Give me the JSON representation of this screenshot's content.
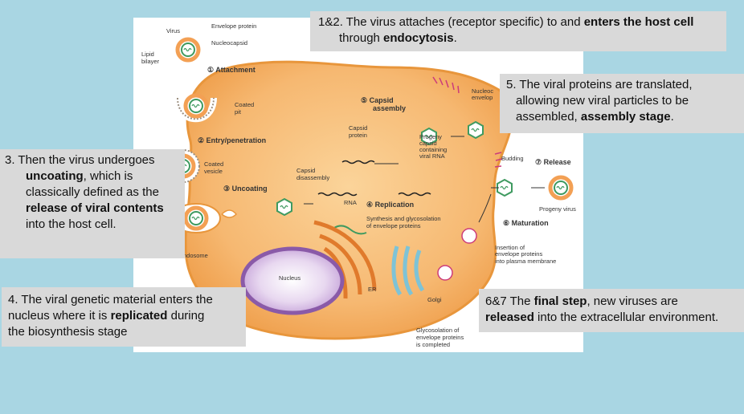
{
  "labels": {
    "envelope_protein": "Envelope protein",
    "virus": "Virus",
    "nucleocapsid": "Nucleocapsid",
    "lipid": "Lipid",
    "bilayer": "bilayer",
    "attachment": "① Attachment",
    "coated": "Coated",
    "pit": "pit",
    "entry": "② Entry/penetration",
    "coated_v": "Coated",
    "vesicle": "vesicle",
    "uncoating": "③ Uncoating",
    "endosome": "ndosome",
    "capsid": "Capsid",
    "disassembly": "disassembly",
    "capsid_assembly_1": "⑤ Capsid",
    "capsid_assembly_2": "assembly",
    "capsid_protein_1": "Capsid",
    "capsid_protein_2": "protein",
    "progeny_1": "Progeny",
    "progeny_2": "capsid",
    "progeny_3": "containing",
    "progeny_4": "viral RNA",
    "rna": "RNA",
    "replication": "④ Replication",
    "synthesis_1": "Synthesis and glycosolation",
    "synthesis_2": "of envelope proteins",
    "nucleus": "Nucleus",
    "er": "ER",
    "golgi": "Golgi",
    "nucleoc_1": "Nucleoc",
    "nucleoc_2": "envelop",
    "budding": "Budding",
    "release": "⑦ Release",
    "progeny_virus": "Progeny virus",
    "maturation": "⑥ Maturation",
    "insertion_1": "Insertion of",
    "insertion_2": "envelope proteins",
    "insertion_3": "into plasma membrane",
    "glyco_1": "Glycosolation of",
    "glyco_2": "envelope proteins",
    "glyco_3": "is completed"
  },
  "callouts": {
    "attach": {
      "a": "1&2. The virus attaches (receptor specific) to and ",
      "b": "enters the host cell",
      "c": "through ",
      "d": "endocytosis",
      "e": "."
    },
    "translate": {
      "a": "5. The viral proteins are translated,",
      "b": "allowing new viral particles to be",
      "c": "assembled, ",
      "d": "assembly stage",
      "e": "."
    },
    "uncoat": {
      "a": "3.  Then the virus undergoes",
      "b": "uncoating",
      "c": ", which is",
      "d": "classically defined as the",
      "e": "release of viral contents",
      "f": "into the host cell."
    },
    "replicate": {
      "a": "4. The viral genetic material enters the",
      "b": "nucleus where it is ",
      "c": "replicated",
      "d": " during",
      "e": "the biosynthesis stage"
    },
    "release": {
      "a": "6&7 The ",
      "b": "final step",
      "c": ", new viruses are",
      "d": "released",
      "e": " into the extracellular environment."
    }
  },
  "colors": {
    "background": "#a9d6e3",
    "cell_fill": "#f6b871",
    "cell_stroke": "#e8963c",
    "virus_green": "#4aa86b",
    "nucleus_purple": "#8a5aa8",
    "callout_gray": "#d9d9d9"
  }
}
